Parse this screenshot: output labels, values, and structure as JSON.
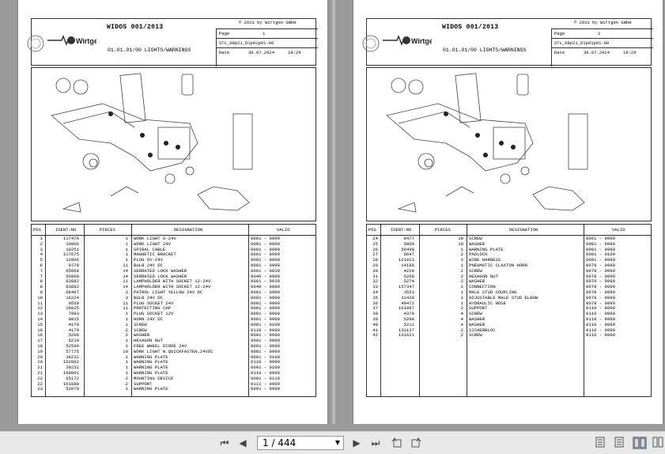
{
  "toolbar": {
    "first_label": "⏮",
    "prev_label": "◀",
    "page_display": "1 / 444",
    "next_label": "▶",
    "last_label": "⏭",
    "icons": [
      "first-page-icon",
      "prev-page-icon",
      "next-page-icon",
      "last-page-icon",
      "rotate-left-icon",
      "rotate-right-icon",
      "single-page-icon",
      "scroll-mode-icon",
      "two-page-icon",
      "continuous-icon"
    ]
  },
  "pages": [
    {
      "title": "WIDOS 001/2013",
      "copyright": "© 2013 by Wirtgen GmbH",
      "logo_text": "Wirtgen",
      "page_label": "Page",
      "page_number": "1",
      "doc_code": "STL_08p21_D1p01p01-00",
      "date_label": "Date",
      "date_value": "30.07.2024",
      "time_value": "18:29",
      "section": "01.01.01/00 LIGHTS/WARNINGS",
      "headers": {
        "pos": "POS",
        "ident": "IDENT-NO",
        "pieces": "PIECES",
        "designation": "DESIGNATION",
        "valid": "VALID"
      },
      "rows": [
        [
          "1",
          "117476",
          "1",
          "WORK LIGHT 6-24V",
          "0001 - 9999"
        ],
        [
          "2",
          "10906",
          "1",
          "WORK LIGHT 24V",
          "0001 - 9999"
        ],
        [
          "3",
          "10251",
          "1",
          "SPIRAL CABLE",
          "0001 - 9999"
        ],
        [
          "4",
          "117675",
          "1",
          "MAGNETIC BRACKET",
          "0001 - 9999"
        ],
        [
          "5",
          "12806",
          "1",
          "PLUG 6V-24V",
          "0001 - 9999"
        ],
        [
          "6",
          "9778",
          "11",
          "BULB 24V DC",
          "0001 - 9999"
        ],
        [
          "7",
          "65068",
          "14",
          "SERRATED LOCK WASHER",
          "0001 - 0039"
        ],
        [
          "7",
          "65068",
          "14",
          "SERRATED LOCK WASHER",
          "0040 - 9999"
        ],
        [
          "8",
          "63882",
          "11",
          "LAMPHOLDER WITH SOCKET 12-24V",
          "0001 - 0039"
        ],
        [
          "8",
          "63882",
          "14",
          "LAMPHOLDER WITH SOCKET 12-24V",
          "0040 - 9999"
        ],
        [
          "9",
          "68407",
          "3",
          "PATROL LIGHT YELLOW 24V DC",
          "0001 - 9999"
        ],
        [
          "10",
          "16224",
          "3",
          "BULB 24V DC",
          "0001 - 9999"
        ],
        [
          "11",
          "9560",
          "11",
          "PLUG SOCKET 24V",
          "0001 - 9999"
        ],
        [
          "12",
          "28825",
          "11",
          "PROTECTING CAP",
          "0001 - 9999"
        ],
        [
          "13",
          "7983",
          "1",
          "PLUG SOCKET 12V",
          "0001 - 9999"
        ],
        [
          "14",
          "8015",
          "1",
          "HORN 24V DC",
          "0001 - 9999"
        ],
        [
          "15",
          "4179",
          "1",
          "SCREW",
          "0001 - 0109"
        ],
        [
          "16",
          "4179",
          "2",
          "SCREW",
          "0110 - 9999"
        ],
        [
          "16",
          "5206",
          "2",
          "WASHER",
          "0001 - 9999"
        ],
        [
          "17",
          "5210",
          "1",
          "HEXAGON NUT",
          "0001 - 9999"
        ],
        [
          "18",
          "52599",
          "1",
          "FREE WHEEL DIODE 24V",
          "0001 - 9999"
        ],
        [
          "19",
          "57775",
          "10",
          "WORK LIGHT W.QUICKFASTEN.24VDC",
          "0001 - 9999"
        ],
        [
          "20",
          "39232",
          "1",
          "WARNING PLATE",
          "0001 - 0109"
        ],
        [
          "20",
          "162002",
          "1",
          "WARNING PLATE",
          "0110 - 9999"
        ],
        [
          "21",
          "39231",
          "1",
          "WARNING PLATE",
          "0001 - 0109"
        ],
        [
          "21",
          "160001",
          "1",
          "WARNING PLATE",
          "0110 - 9999"
        ],
        [
          "22",
          "65172",
          "2",
          "MOUNTING DEVICE",
          "0001 - 0110"
        ],
        [
          "22",
          "161888",
          "2",
          "SUPPORT",
          "0111 - 9999"
        ],
        [
          "23",
          "52070",
          "1",
          "WARNING PLATE",
          "0001 - 9999"
        ]
      ]
    },
    {
      "title": "WIDOS 001/2013",
      "copyright": "© 2013 by Wirtgen GmbH",
      "logo_text": "Wirtgen",
      "page_label": "Page",
      "page_number": "2",
      "doc_code": "STL_08p21_D1p01p01-00",
      "date_label": "Date",
      "date_value": "30.07.2024",
      "time_value": "18:29",
      "section": "01.01.01/00 LIGHTS/WARNINGS",
      "headers": {
        "pos": "POS",
        "ident": "IDENT-NO",
        "pieces": "PIECES",
        "designation": "DESIGNATION",
        "valid": "VALID"
      },
      "rows": [
        [
          "24",
          "8477",
          "10",
          "SCREW",
          "0001 - 9999"
        ],
        [
          "25",
          "5800",
          "10",
          "WASHER",
          "0001 - 9999"
        ],
        [
          "26",
          "56498",
          "1",
          "WARNING PLATE",
          "0001 - 9999"
        ],
        [
          "27",
          "8647",
          "2",
          "PADLOCK",
          "0001 - 0109"
        ],
        [
          "28",
          "121023",
          "1",
          "WIRE HARNESS",
          "0001 - 9999"
        ],
        [
          "29",
          "14186",
          "1",
          "PNEUMATIC CLAXTON HORN",
          "0079 - 9999"
        ],
        [
          "30",
          "4220",
          "2",
          "SCREW",
          "0079 - 9999"
        ],
        [
          "31",
          "5268",
          "2",
          "HEXAGON NUT",
          "0079 - 9999"
        ],
        [
          "32",
          "5274",
          "2",
          "WASHER",
          "0079 - 9999"
        ],
        [
          "33",
          "157347",
          "1",
          "CONNECTION",
          "0079 - 9999"
        ],
        [
          "34",
          "3551",
          "1",
          "MALE STUD COUPLING",
          "0079 - 9999"
        ],
        [
          "35",
          "31428",
          "1",
          "ADJUSTABLE MALE STUD ELBOW",
          "0079 - 9999"
        ],
        [
          "36",
          "49472",
          "1",
          "HYDRAULIC HOSE",
          "0079 - 9999"
        ],
        [
          "37",
          "161887",
          "2",
          "SUPPORT",
          "0110 - 9999"
        ],
        [
          "38",
          "4370",
          "4",
          "SCREW",
          "0110 - 9999"
        ],
        [
          "39",
          "5208",
          "4",
          "WASHER",
          "0110 - 9999"
        ],
        [
          "40",
          "5211",
          "4",
          "WASHER",
          "0110 - 9999"
        ],
        [
          "41",
          "133137",
          "2",
          "SICHERBLOC",
          "0110 - 9999"
        ],
        [
          "42",
          "131621",
          "2",
          "SCREW",
          "0110 - 9999"
        ]
      ]
    }
  ]
}
